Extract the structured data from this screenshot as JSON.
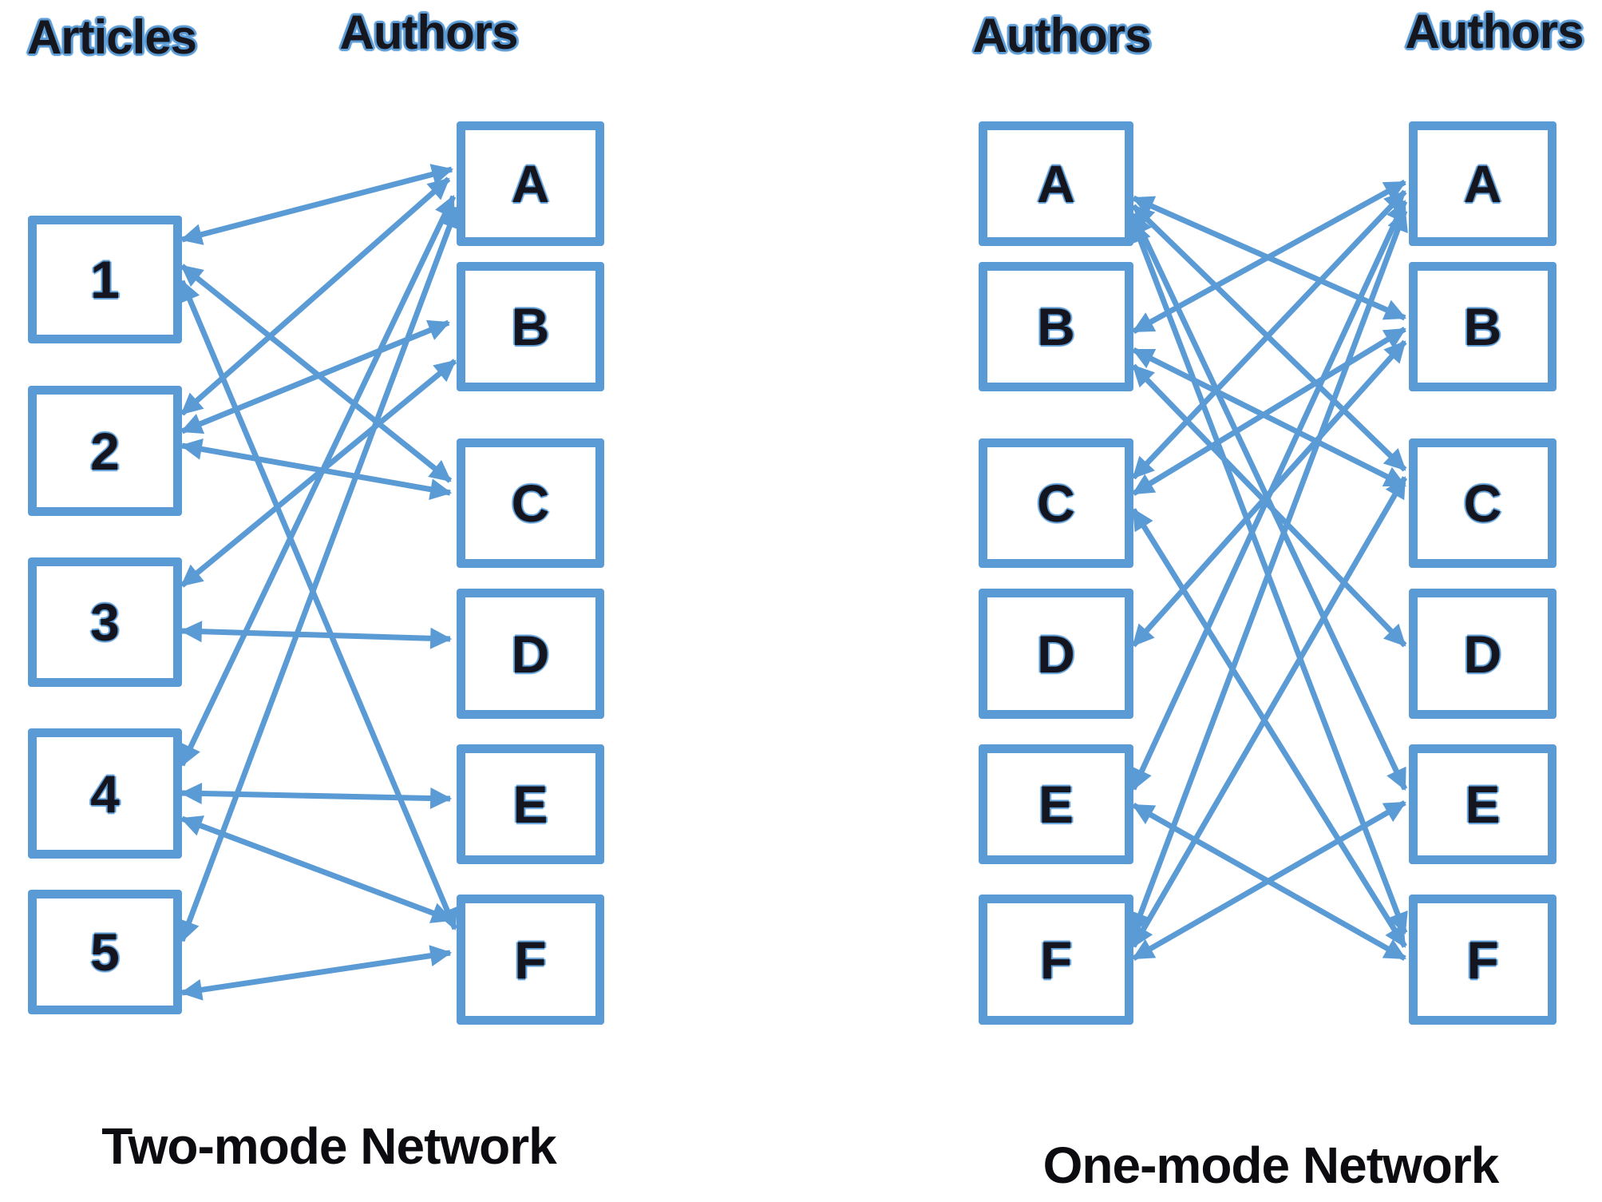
{
  "diagram": {
    "accent_color": "#5b9bd5",
    "panels": [
      {
        "id": "two-mode",
        "caption": "Two-mode Network",
        "columns": [
          {
            "label": "Articles",
            "nodes": [
              "1",
              "2",
              "3",
              "4",
              "5"
            ]
          },
          {
            "label": "Authors",
            "nodes": [
              "A",
              "B",
              "C",
              "D",
              "E",
              "F"
            ]
          }
        ],
        "edges": [
          [
            "1",
            "A"
          ],
          [
            "1",
            "C"
          ],
          [
            "1",
            "F"
          ],
          [
            "2",
            "A"
          ],
          [
            "2",
            "B"
          ],
          [
            "2",
            "C"
          ],
          [
            "3",
            "B"
          ],
          [
            "3",
            "D"
          ],
          [
            "4",
            "A"
          ],
          [
            "4",
            "E"
          ],
          [
            "4",
            "F"
          ],
          [
            "5",
            "A"
          ],
          [
            "5",
            "F"
          ]
        ]
      },
      {
        "id": "one-mode",
        "caption": "One-mode Network",
        "columns": [
          {
            "label": "Authors",
            "nodes": [
              "A",
              "B",
              "C",
              "D",
              "E",
              "F"
            ]
          },
          {
            "label": "Authors",
            "nodes": [
              "A",
              "B",
              "C",
              "D",
              "E",
              "F"
            ]
          }
        ],
        "edges": [
          [
            "A",
            "B"
          ],
          [
            "A",
            "C"
          ],
          [
            "A",
            "E"
          ],
          [
            "A",
            "F"
          ],
          [
            "B",
            "C"
          ],
          [
            "B",
            "D"
          ],
          [
            "C",
            "F"
          ],
          [
            "E",
            "F"
          ]
        ]
      }
    ]
  }
}
